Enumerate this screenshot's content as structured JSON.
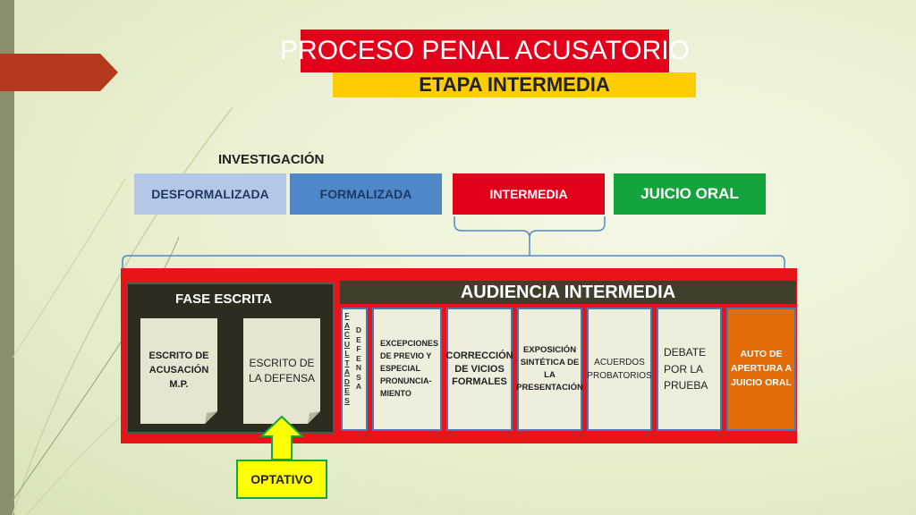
{
  "title": "PROCESO PENAL ACUSATORIO",
  "subtitle": "ETAPA INTERMEDIA",
  "investigacion_label": "INVESTIGACIÓN",
  "stages": {
    "desformalizada": "DESFORMALIZADA",
    "formalizada": "FORMALIZADA",
    "intermedia": "INTERMEDIA",
    "juicio_oral": "JUICIO ORAL"
  },
  "fase_escrita": {
    "title": "FASE ESCRITA",
    "escrito_acusacion": "ESCRITO DE ACUSACIÓN M.P.",
    "escrito_defensa": "ESCRITO DE LA DEFENSA"
  },
  "audiencia": {
    "title": "AUDIENCIA INTERMEDIA",
    "facultades": "FACULTADES",
    "defensa": "DEFENSA",
    "excepciones": "EXCEPCIONES DE PREVIO Y ESPECIAL PRONUNCIA-MIENTO",
    "correccion": "CORRECCIÓN DE VICIOS FORMALES",
    "exposicion": "EXPOSICIÓN SINTÉTICA DE LA PRESENTACIÓN",
    "acuerdos": "ACUERDOS PROBATORIOS",
    "debate": "DEBATE POR LA PRUEBA",
    "auto": "AUTO DE APERTURA A JUICIO ORAL"
  },
  "optativo": "OPTATIVO",
  "colors": {
    "title_bg": "#e3001b",
    "subtitle_bg": "#ffcc00",
    "frame_red": "#e8141a",
    "juicio_green": "#14a33c",
    "auto_orange": "#e36c09",
    "optativo_yellow": "#ffff00"
  }
}
